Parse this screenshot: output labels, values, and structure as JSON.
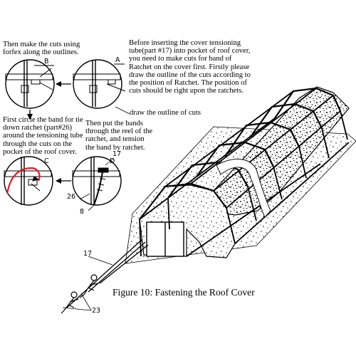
{
  "instructions": {
    "cut_step": [
      "Then make the cuts using",
      "forfex along the outlines."
    ],
    "intro": [
      "Before inserting the cover tensioning",
      "tube(part #17) into pocket of roof cover,",
      "you need to make cuts for band of",
      "Ratchet on the cover  first. Firstly please",
      "draw the outline of the cuts according to",
      "the position of Ratchet. The position of",
      "cuts should be right upon the ratchets."
    ],
    "draw_note": "draw the outline of cuts",
    "circle_step": [
      "First circle the band for tie",
      "down ratchet (part#26)",
      "around the tensioning tube",
      "through the cuts on the",
      "pocket of the roof cover."
    ],
    "band_step": [
      "Then put the bands",
      "through the reel of the",
      "ratchet, and tension",
      "the band by ratchet."
    ]
  },
  "detail_labels": {
    "a": "A",
    "b": "B",
    "c": "C",
    "d": "D",
    "part_17_detail": "17",
    "part_26": "26",
    "part_8": "8"
  },
  "main_labels": {
    "part_17": "17",
    "part_23": "23"
  },
  "caption": "Figure 10: Fastening the Roof Cover",
  "colors": {
    "ink": "#000000",
    "highlight": "#e0202a",
    "background": "#ffffff"
  }
}
